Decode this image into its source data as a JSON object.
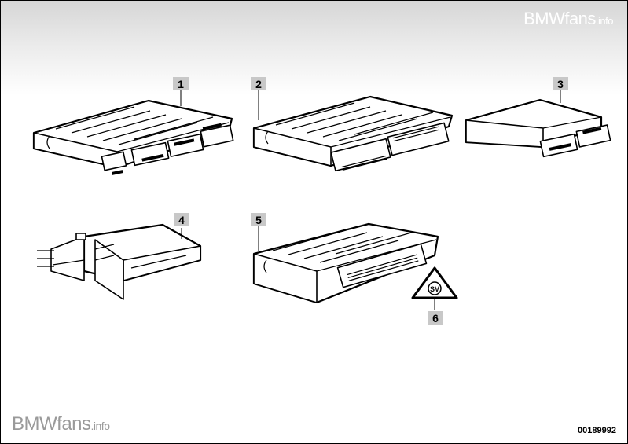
{
  "watermark": {
    "brand": "BMWfans",
    "suffix": ".info"
  },
  "diagram_code": "00189992",
  "callouts": [
    "1",
    "2",
    "3",
    "4",
    "5",
    "6"
  ],
  "symbol_text": "SV"
}
